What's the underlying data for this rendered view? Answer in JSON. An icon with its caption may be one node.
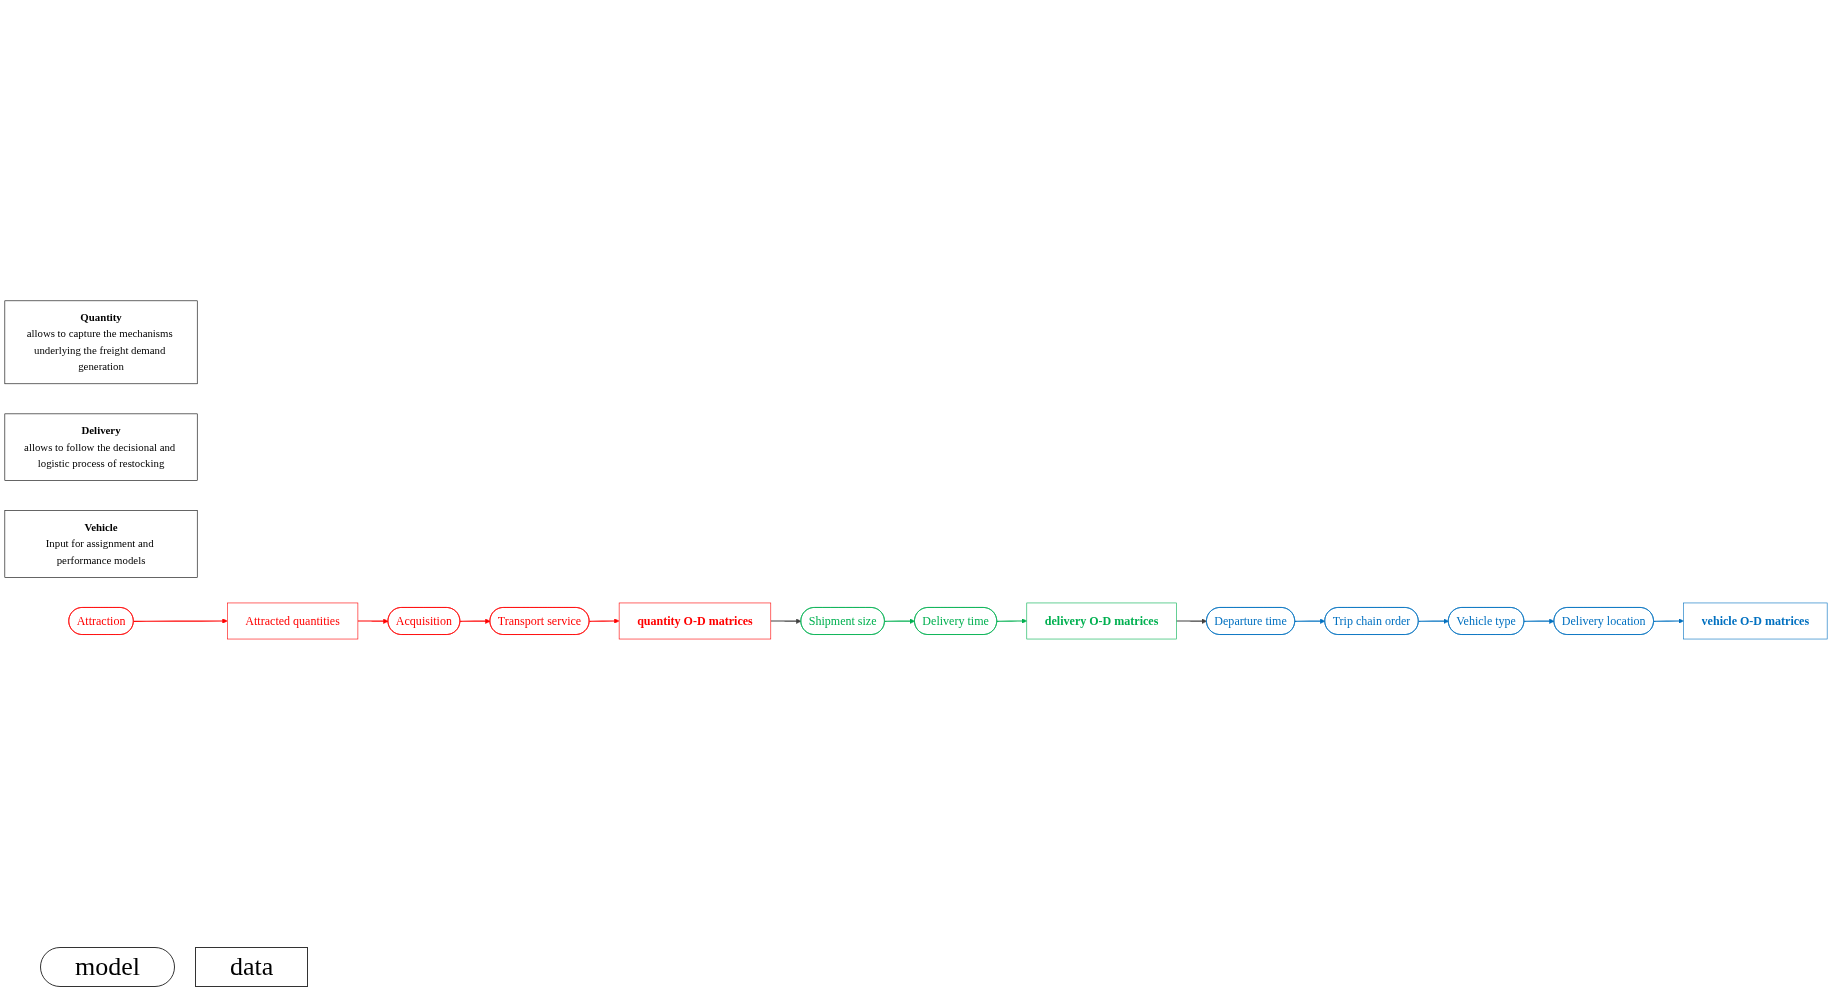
{
  "diagram": {
    "nodes": [
      {
        "text": [
          "Quantity",
          "allows to capture the mechanisms underlying the freight demand generation"
        ]
      },
      {
        "text": [
          "Delivery",
          "allows to follow the decisional and logistic process of restocking"
        ]
      },
      {
        "text": [
          "Vehicle",
          "Input for assignment and performance models"
        ]
      },
      {
        "text": [
          "Attraction"
        ]
      },
      {
        "text": [
          "Attracted quantities"
        ]
      },
      {
        "text": [
          "Acquisition"
        ]
      },
      {
        "text": [
          "Transport service"
        ]
      },
      {
        "text": [
          "quantity O-D matrices"
        ]
      },
      {
        "text": [
          "Shipment size"
        ]
      },
      {
        "text": [
          "Delivery time"
        ]
      },
      {
        "text": [
          "delivery O-D matrices"
        ]
      },
      {
        "text": [
          "Departure time"
        ]
      },
      {
        "text": [
          "Trip chain order"
        ]
      },
      {
        "text": [
          "Vehicle type"
        ]
      },
      {
        "text": [
          "Delivery location"
        ]
      },
      {
        "text": [
          "vehicle O-D matrices"
        ]
      }
    ],
    "edges": [
      {
        "from": 3,
        "to": 4,
        "arrow": "to",
        "color": "#ff0000"
      },
      {
        "from": 4,
        "to": 5,
        "arrow": "to",
        "color": "#ff0000"
      },
      {
        "from": 5,
        "to": 6,
        "arrow": "to",
        "color": "#ff0000"
      },
      {
        "from": 6,
        "to": 7,
        "arrow": "to",
        "color": "#ff0000"
      },
      {
        "from": 7,
        "to": 8,
        "arrow": "to",
        "color": "#404040"
      },
      {
        "from": 8,
        "to": 9,
        "arrow": "to",
        "color": "#00b050"
      },
      {
        "from": 9,
        "to": 10,
        "arrow": "to",
        "color": "#00b050"
      },
      {
        "from": 10,
        "to": 11,
        "arrow": "to",
        "color": "#404040"
      },
      {
        "from": 11,
        "to": 12,
        "arrow": "to",
        "color": "#0070c0"
      },
      {
        "from": 12,
        "to": 13,
        "arrow": "to",
        "color": "#0070c0"
      },
      {
        "from": 13,
        "to": 14,
        "arrow": "to",
        "color": "#0070c0"
      },
      {
        "from": 14,
        "to": 15,
        "arrow": "to",
        "color": "#0070c0"
      }
    ],
    "legend": [
      {
        "text": "model"
      },
      {
        "text": "data"
      }
    ]
  }
}
